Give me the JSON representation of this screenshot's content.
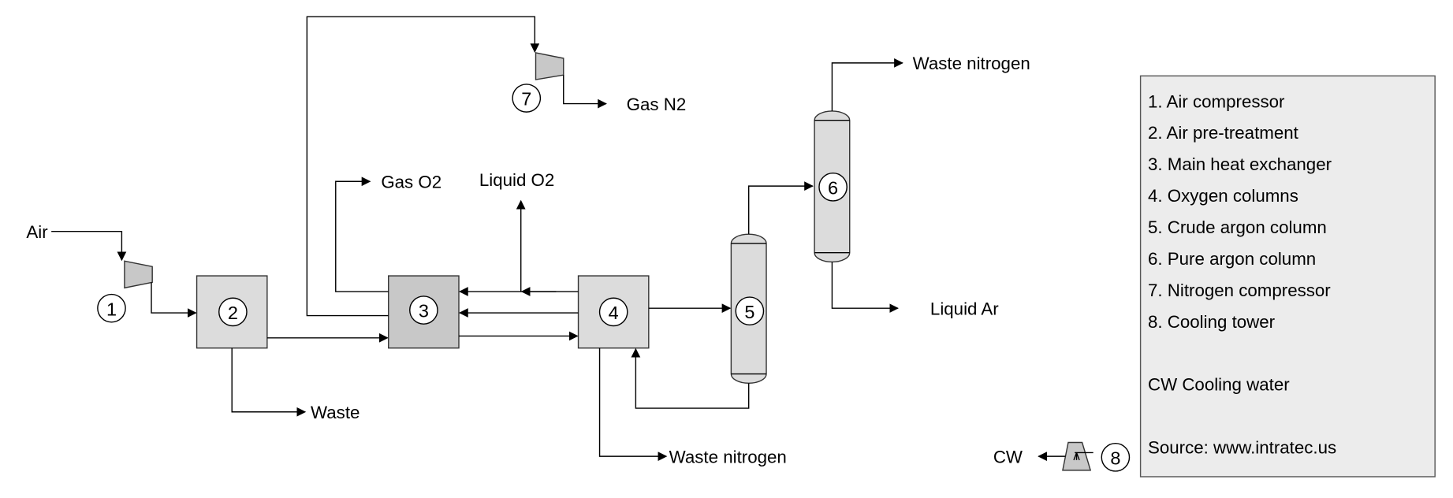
{
  "streams": {
    "air": "Air",
    "waste": "Waste",
    "gas_o2": "Gas O2",
    "liquid_o2": "Liquid O2",
    "gas_n2": "Gas N2",
    "waste_nitrogen_top": "Waste nitrogen",
    "waste_nitrogen_bottom": "Waste nitrogen",
    "liquid_ar": "Liquid Ar",
    "cw": "CW"
  },
  "units": [
    "1",
    "2",
    "3",
    "4",
    "5",
    "6",
    "7",
    "8"
  ],
  "legend": {
    "items": [
      "1. Air compressor",
      "2. Air pre-treatment",
      "3. Main heat exchanger",
      "4. Oxygen columns",
      "5. Crude argon column",
      "6. Pure argon column",
      "7. Nitrogen compressor",
      "8. Cooling tower"
    ],
    "abbreviation": "CW Cooling water",
    "source": "Source: www.intratec.us"
  },
  "colors": {
    "light_equipment": "#dcdcdc",
    "heat_exchanger": "#c8c8c8",
    "legend_bg": "#ececec"
  }
}
